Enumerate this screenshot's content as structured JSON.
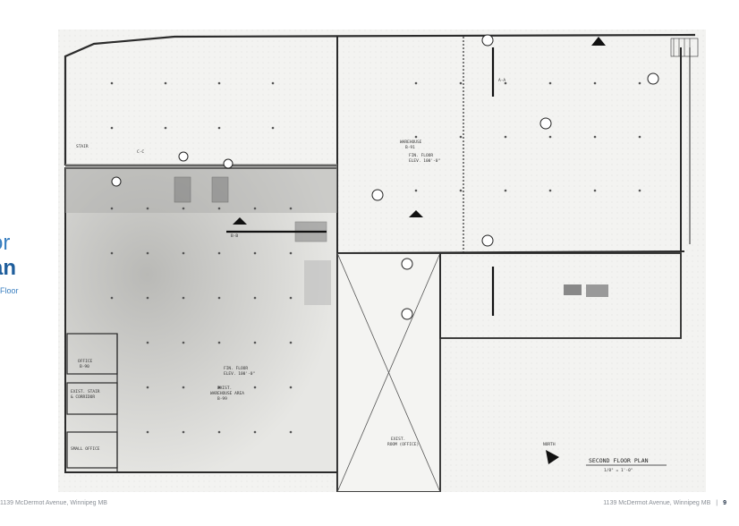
{
  "title": {
    "line1": "or",
    "line2": "an",
    "subtitle": "Floor"
  },
  "plan": {
    "drawing_title": "SECOND FLOOR PLAN",
    "scale_text": "1/8\" = 1'-0\"",
    "labels": {
      "warehouse_right": "WAREHOUSE",
      "warehouse_right_sub": "B-91",
      "fin_floor_right": "FIN. FLOOR",
      "fin_floor_right_elev": "ELEV. 100'-0\"",
      "fin_floor_left": "FIN. FLOOR",
      "fin_floor_left_elev": "ELEV. 100'-0\"",
      "exist_warehouse": "EXIST.",
      "exist_warehouse_2": "WAREHOUSE AREA",
      "exist_warehouse_3": "B-99",
      "office": "OFFICE",
      "office_2": "B-90",
      "exist_stair": "EXIST. STAIR",
      "exist_stair_2": "& CORRIDOR",
      "small_office": "SMALL OFFICE",
      "exist_room_office": "EXIST.",
      "exist_room_office_2": "ROOM (OFFICE)",
      "stair": "STAIR",
      "north": "NORTH",
      "section_a": "A-A",
      "section_b": "B-B",
      "section_c": "C-C"
    }
  },
  "footer": {
    "left": "1139 McDermot Avenue, Winnipeg MB",
    "right": "1139 McDermot Avenue, Winnipeg MB",
    "separator": "|",
    "page": "9"
  }
}
